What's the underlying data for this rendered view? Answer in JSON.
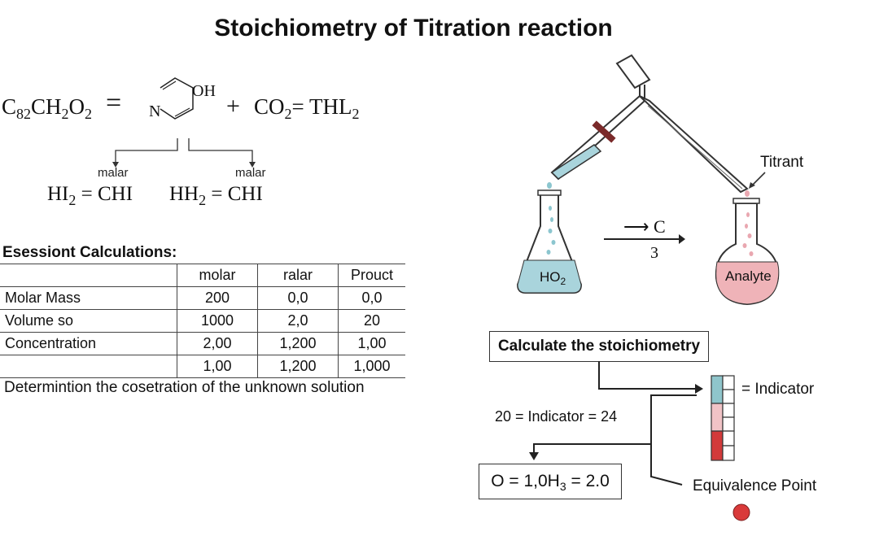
{
  "title": "Stoichiometry of Titration reaction",
  "equation": {
    "left": "C",
    "left_sub1": "82",
    "left_mid": "CH",
    "left_sub2": "2",
    "left_end": "O",
    "left_sub3": "2",
    "equals": "=",
    "ring_atom_n": "N",
    "ring_atom_oh": "OH",
    "plus": "+",
    "co": "CO",
    "co_sub": "2",
    "eq2": "= THL",
    "thl_sub": "2"
  },
  "branches": [
    {
      "tag": "malar",
      "lhs": "HI",
      "sub": "2",
      "rhs": "= CHI"
    },
    {
      "tag": "malar",
      "lhs": "HH",
      "sub": "2",
      "rhs": "= CHI"
    }
  ],
  "calculations": {
    "heading": "Esessiont Calculations:",
    "headers": [
      "",
      "molar",
      "ralar",
      "Prouct"
    ],
    "rows": [
      [
        "Molar Mass",
        "200",
        "0,0",
        "0,0"
      ],
      [
        "Volume so",
        "1000",
        "2,0",
        "20"
      ],
      [
        "Concentration",
        "2,00",
        "1,200",
        "1,00"
      ],
      [
        "",
        "1,00",
        "1,200",
        "1,000"
      ]
    ],
    "note": "Determintion the cosetration of the unknown solution"
  },
  "apparatus": {
    "titrant_label": "Titrant",
    "flask_left_label": "HO",
    "flask_left_sub": "2",
    "flask_right_label": "Analyte",
    "arrow_label_top": "⟶ C",
    "arrow_label_bottom": "3",
    "solution_blue": "#a9d4dc",
    "solution_pink": "#efb3b8",
    "clamp_color": "#7a2a2a"
  },
  "process": {
    "calc_button": "Calculate the stoichiometry",
    "indicator_label": "= Indicator",
    "indicator_range": "20 = Indicator = 24",
    "result_pre": "O = 1,0H",
    "result_sub": "3",
    "result_post": " = 2.0",
    "equivalence_label": "Equivalence Point",
    "indicator_colors": [
      "#8fc5cb",
      "#f1c3c6",
      "#d23a3a"
    ],
    "equivalence_color": "#d93a3a"
  }
}
